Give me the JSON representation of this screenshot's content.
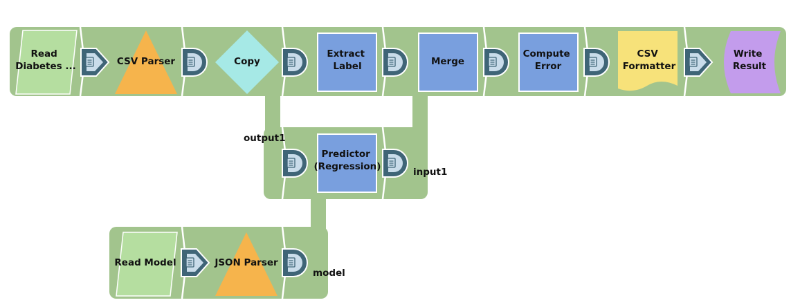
{
  "colors": {
    "pipeline_bg": "#a2c48d",
    "connector_dark": "#3f6577",
    "connector_light": "#c9dcea",
    "green_shape": "#b5dea0",
    "orange_shape": "#f6b44c",
    "teal_shape": "#a6e9e6",
    "blue_shape": "#799fde",
    "yellow_shape": "#f7e27a",
    "purple_shape": "#c39cec"
  },
  "snaps": [
    {
      "id": "read-diabetes",
      "icon": "reader-icon",
      "lines": [
        "Read",
        "Diabetes ..."
      ]
    },
    {
      "id": "csv-parser",
      "icon": "parser-triangle-icon",
      "lines": [
        "CSV Parser"
      ]
    },
    {
      "id": "copy",
      "icon": "copy-diamond-icon",
      "lines": [
        "Copy"
      ]
    },
    {
      "id": "extract-label",
      "icon": "transform-square-icon",
      "lines": [
        "Extract",
        "Label"
      ]
    },
    {
      "id": "merge",
      "icon": "transform-square-icon",
      "lines": [
        "Merge"
      ]
    },
    {
      "id": "compute-error",
      "icon": "transform-square-icon",
      "lines": [
        "Compute",
        "Error"
      ]
    },
    {
      "id": "csv-formatter",
      "icon": "formatter-document-icon",
      "lines": [
        "CSV",
        "Formatter"
      ]
    },
    {
      "id": "write-result",
      "icon": "writer-icon",
      "lines": [
        "Write",
        "Result"
      ]
    },
    {
      "id": "predictor",
      "icon": "transform-square-icon",
      "lines": [
        "Predictor",
        "(Regression)"
      ]
    },
    {
      "id": "read-model",
      "icon": "reader-icon",
      "lines": [
        "Read Model"
      ]
    },
    {
      "id": "json-parser",
      "icon": "parser-triangle-icon",
      "lines": [
        "JSON Parser"
      ]
    }
  ],
  "port_labels": {
    "output1": "output1",
    "input1": "input1",
    "model": "model"
  }
}
